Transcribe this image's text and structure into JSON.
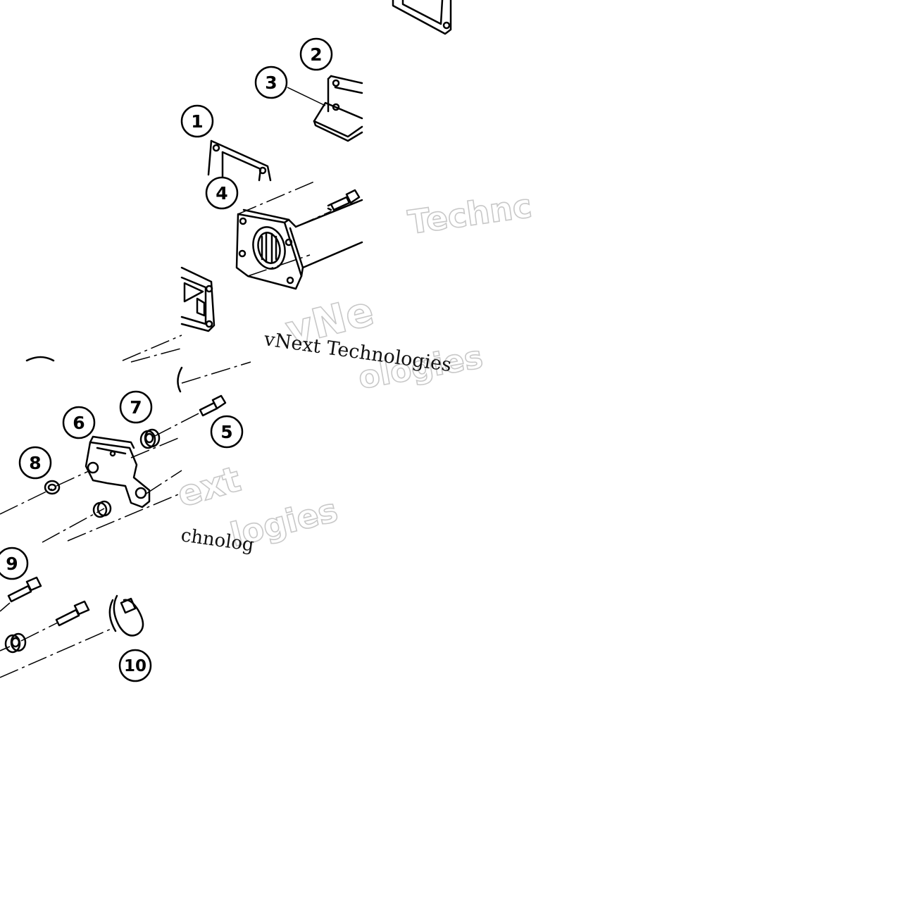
{
  "diagram": {
    "callouts": [
      "1",
      "2",
      "3",
      "4",
      "5",
      "6",
      "7",
      "8",
      "9",
      "10"
    ]
  },
  "watermarks": {
    "technc": "Technc",
    "vne": "vNe",
    "vnext_technologies": "vNext Technologies",
    "ologies": "ologies",
    "ext": "ext",
    "logies": "logies",
    "chnolog": "chnolog"
  },
  "colors": {
    "line": "#000000",
    "background": "#ffffff",
    "watermark_outline": "#c8c8c8"
  }
}
